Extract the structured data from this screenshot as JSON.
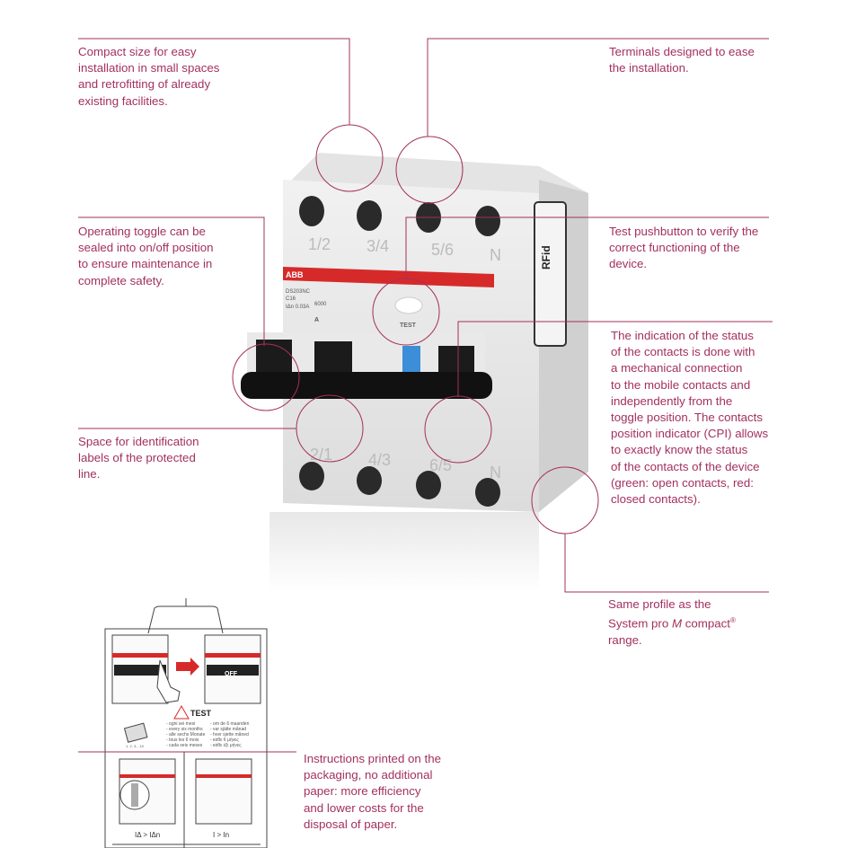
{
  "callouts": {
    "compact": [
      "Compact size for easy",
      "installation in small spaces",
      "and retrofitting of already",
      "existing facilities."
    ],
    "terminals": [
      "Terminals designed to ease",
      "the installation."
    ],
    "toggle": [
      "Operating toggle can be",
      "sealed into on/off position",
      "to ensure maintenance in",
      "complete safety."
    ],
    "test": [
      "Test pushbutton to verify the",
      "correct functioning of the",
      "device."
    ],
    "cpi": [
      "The indication of the status",
      "of the contacts is done with",
      "a mechanical connection",
      "to the mobile contacts and",
      "independently from the",
      "toggle position. The contacts",
      "position indicator (CPI) allows",
      "to exactly know the status",
      "of the contacts of the device",
      "(green: open contacts, red:",
      "closed contacts)."
    ],
    "labels": [
      "Space for identification",
      "labels of the protected",
      "line."
    ],
    "profile_lines": {
      "l1": "Same profile as the",
      "l2a": "System pro ",
      "l2b": "M",
      "l2c": " compact",
      "l2d": "®",
      "l3": "range."
    },
    "packaging": [
      "Instructions printed on the",
      "packaging, no additional",
      "paper: more efficiency",
      "and lower costs for the",
      "disposal of paper."
    ]
  },
  "device": {
    "brand": "ABB",
    "model": "DS203NC",
    "curve": "C16",
    "sensitivity": "IΔn 0.03A",
    "rating": "6000",
    "class": "A",
    "test_label": "TEST",
    "rfid": "RFid",
    "top_terminals": [
      "1/2",
      "3/4",
      "5/6",
      "N"
    ],
    "bottom_terminals": [
      "2/1",
      "4/3",
      "6/5",
      "N"
    ]
  },
  "packaging": {
    "test_title": "TEST",
    "off_label": "OFF",
    "pages_label": "1, 2, 3,...10",
    "intervals_left": [
      "- ogni sei mesi",
      "- every six months",
      "- alle sechs Monate",
      "- tous les 6 mois",
      "- cada seis meses"
    ],
    "intervals_right": [
      "- om de 6 maanden",
      "- var sjätte månad",
      "- hver sjette måned",
      "- κάθε 6 μήνες",
      "- κάθε έξι μήνες"
    ],
    "fault_left": "IΔ > IΔn",
    "fault_right": "I > In"
  },
  "colors": {
    "accent": "#a3305e",
    "abb_red": "#d62a2a"
  }
}
